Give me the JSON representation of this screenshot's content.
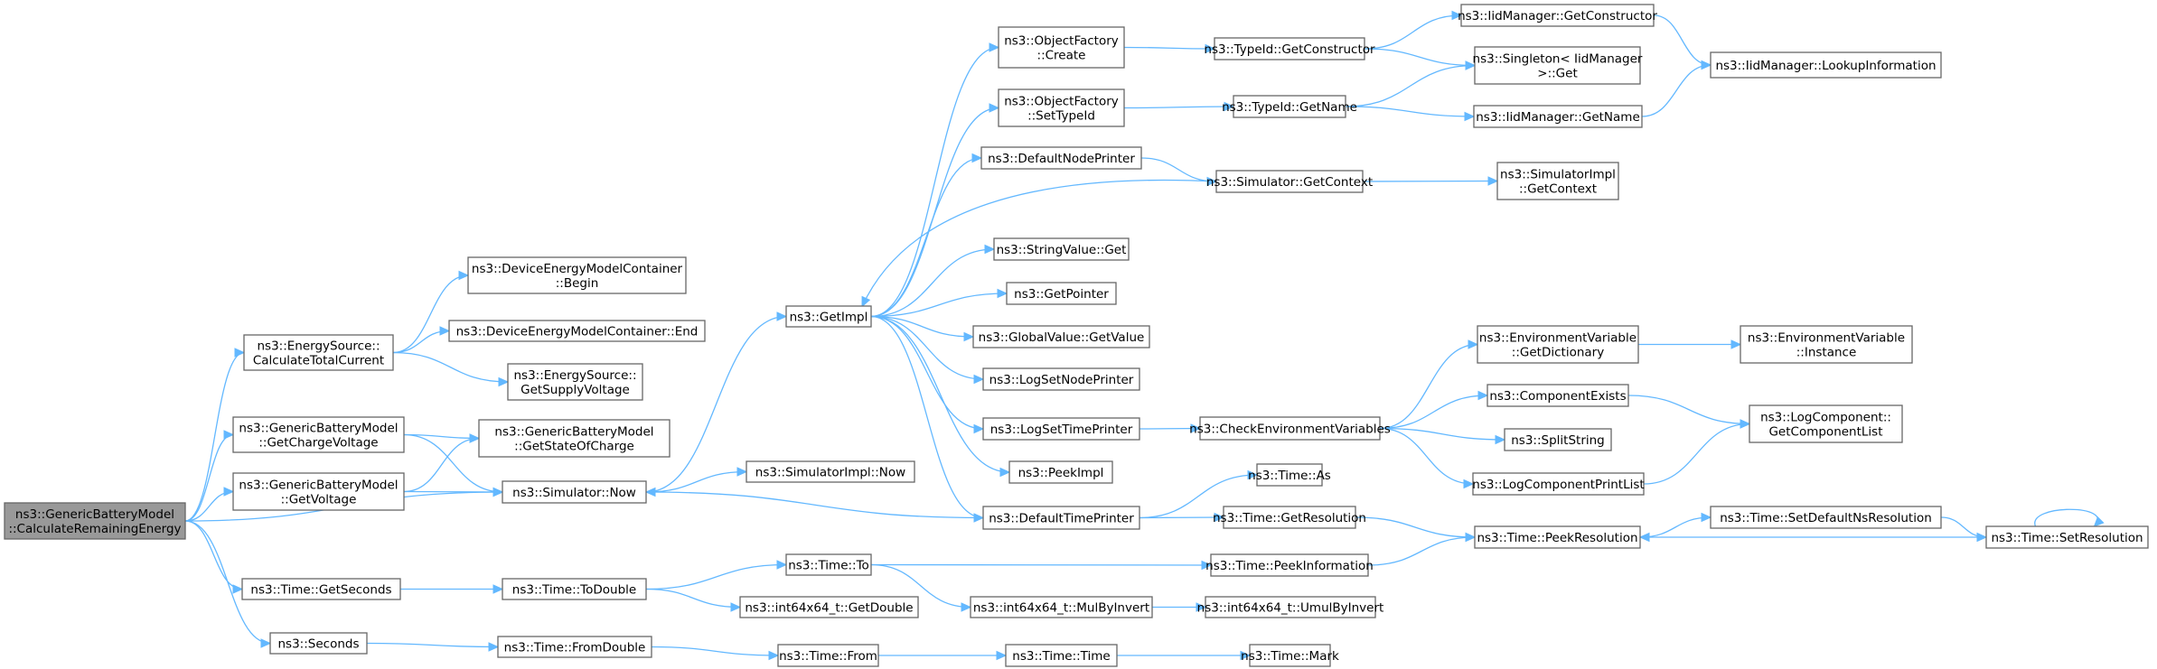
{
  "graph": {
    "nodes": [
      {
        "id": "root",
        "lines": [
          "ns3::GenericBatteryModel",
          "::CalculateRemainingEnergy"
        ],
        "root": true
      },
      {
        "id": "calcTotalCurrent",
        "lines": [
          "ns3::EnergySource::",
          "CalculateTotalCurrent"
        ]
      },
      {
        "id": "getChargeVoltage",
        "lines": [
          "ns3::GenericBatteryModel",
          "::GetChargeVoltage"
        ]
      },
      {
        "id": "getVoltage",
        "lines": [
          "ns3::GenericBatteryModel",
          "::GetVoltage"
        ]
      },
      {
        "id": "getSecondsT",
        "lines": [
          "ns3::Time::GetSeconds"
        ]
      },
      {
        "id": "seconds",
        "lines": [
          "ns3::Seconds"
        ]
      },
      {
        "id": "demcBegin",
        "lines": [
          "ns3::DeviceEnergyModelContainer",
          "::Begin"
        ]
      },
      {
        "id": "demcEnd",
        "lines": [
          "ns3::DeviceEnergyModelContainer::End"
        ]
      },
      {
        "id": "getSupplyVoltage",
        "lines": [
          "ns3::EnergySource::",
          "GetSupplyVoltage"
        ]
      },
      {
        "id": "getStateOfCharge",
        "lines": [
          "ns3::GenericBatteryModel",
          "::GetStateOfCharge"
        ]
      },
      {
        "id": "simNow",
        "lines": [
          "ns3::Simulator::Now"
        ]
      },
      {
        "id": "toDouble",
        "lines": [
          "ns3::Time::ToDouble"
        ]
      },
      {
        "id": "fromDouble",
        "lines": [
          "ns3::Time::FromDouble"
        ]
      },
      {
        "id": "getImpl",
        "lines": [
          "ns3::GetImpl"
        ]
      },
      {
        "id": "simImplNow",
        "lines": [
          "ns3::SimulatorImpl::Now"
        ]
      },
      {
        "id": "timeTo",
        "lines": [
          "ns3::Time::To"
        ]
      },
      {
        "id": "int64GetDouble",
        "lines": [
          "ns3::int64x64_t::GetDouble"
        ]
      },
      {
        "id": "timeFrom",
        "lines": [
          "ns3::Time::From"
        ]
      },
      {
        "id": "ofCreate",
        "lines": [
          "ns3::ObjectFactory",
          "::Create"
        ]
      },
      {
        "id": "ofSetTypeId",
        "lines": [
          "ns3::ObjectFactory",
          "::SetTypeId"
        ]
      },
      {
        "id": "defNodePrinter",
        "lines": [
          "ns3::DefaultNodePrinter"
        ]
      },
      {
        "id": "svGet",
        "lines": [
          "ns3::StringValue::Get"
        ]
      },
      {
        "id": "getPointer",
        "lines": [
          "ns3::GetPointer"
        ]
      },
      {
        "id": "gvGetValue",
        "lines": [
          "ns3::GlobalValue::GetValue"
        ]
      },
      {
        "id": "logSetNodePrinter",
        "lines": [
          "ns3::LogSetNodePrinter"
        ]
      },
      {
        "id": "logSetTimePrinter",
        "lines": [
          "ns3::LogSetTimePrinter"
        ]
      },
      {
        "id": "peekImpl",
        "lines": [
          "ns3::PeekImpl"
        ]
      },
      {
        "id": "defTimePrinter",
        "lines": [
          "ns3::DefaultTimePrinter"
        ]
      },
      {
        "id": "mulByInvert",
        "lines": [
          "ns3::int64x64_t::MulByInvert"
        ]
      },
      {
        "id": "timeTime",
        "lines": [
          "ns3::Time::Time"
        ]
      },
      {
        "id": "tidGetConstructor",
        "lines": [
          "ns3::TypeId::GetConstructor"
        ]
      },
      {
        "id": "tidGetName",
        "lines": [
          "ns3::TypeId::GetName"
        ]
      },
      {
        "id": "simGetContext",
        "lines": [
          "ns3::Simulator::GetContext"
        ]
      },
      {
        "id": "checkEnv",
        "lines": [
          "ns3::CheckEnvironmentVariables"
        ]
      },
      {
        "id": "timeAs",
        "lines": [
          "ns3::Time::As"
        ]
      },
      {
        "id": "getResolution",
        "lines": [
          "ns3::Time::GetResolution"
        ]
      },
      {
        "id": "peekInformation",
        "lines": [
          "ns3::Time::PeekInformation"
        ]
      },
      {
        "id": "umulByInvert",
        "lines": [
          "ns3::int64x64_t::UmulByInvert"
        ]
      },
      {
        "id": "timeMark",
        "lines": [
          "ns3::Time::Mark"
        ]
      },
      {
        "id": "iidGetConstructor",
        "lines": [
          "ns3::IidManager::GetConstructor"
        ]
      },
      {
        "id": "singletonGet",
        "lines": [
          "ns3::Singleton< IidManager",
          ">::Get"
        ]
      },
      {
        "id": "iidGetName",
        "lines": [
          "ns3::IidManager::GetName"
        ]
      },
      {
        "id": "simImplGetContext",
        "lines": [
          "ns3::SimulatorImpl",
          "::GetContext"
        ]
      },
      {
        "id": "envGetDictionary",
        "lines": [
          "ns3::EnvironmentVariable",
          "::GetDictionary"
        ]
      },
      {
        "id": "componentExists",
        "lines": [
          "ns3::ComponentExists"
        ]
      },
      {
        "id": "splitString",
        "lines": [
          "ns3::SplitString"
        ]
      },
      {
        "id": "logCompPrintList",
        "lines": [
          "ns3::LogComponentPrintList"
        ]
      },
      {
        "id": "peekResolution",
        "lines": [
          "ns3::Time::PeekResolution"
        ]
      },
      {
        "id": "iidLookupInfo",
        "lines": [
          "ns3::IidManager::LookupInformation"
        ]
      },
      {
        "id": "envInstance",
        "lines": [
          "ns3::EnvironmentVariable",
          "::Instance"
        ]
      },
      {
        "id": "logCompGetList",
        "lines": [
          "ns3::LogComponent::",
          "GetComponentList"
        ]
      },
      {
        "id": "setDefaultNsRes",
        "lines": [
          "ns3::Time::SetDefaultNsResolution"
        ]
      },
      {
        "id": "setResolution",
        "lines": [
          "ns3::Time::SetResolution"
        ]
      }
    ],
    "edges": [
      [
        "root",
        "calcTotalCurrent"
      ],
      [
        "root",
        "getChargeVoltage"
      ],
      [
        "root",
        "getVoltage"
      ],
      [
        "root",
        "simNow"
      ],
      [
        "root",
        "getSecondsT"
      ],
      [
        "root",
        "seconds"
      ],
      [
        "calcTotalCurrent",
        "demcBegin"
      ],
      [
        "calcTotalCurrent",
        "demcEnd"
      ],
      [
        "calcTotalCurrent",
        "getSupplyVoltage"
      ],
      [
        "getChargeVoltage",
        "getStateOfCharge"
      ],
      [
        "getChargeVoltage",
        "simNow"
      ],
      [
        "getVoltage",
        "getStateOfCharge"
      ],
      [
        "getVoltage",
        "simNow"
      ],
      [
        "getSecondsT",
        "toDouble"
      ],
      [
        "seconds",
        "fromDouble"
      ],
      [
        "simNow",
        "getImpl"
      ],
      [
        "simNow",
        "simImplNow"
      ],
      [
        "toDouble",
        "timeTo"
      ],
      [
        "toDouble",
        "int64GetDouble"
      ],
      [
        "fromDouble",
        "timeFrom"
      ],
      [
        "getImpl",
        "ofCreate"
      ],
      [
        "getImpl",
        "ofSetTypeId"
      ],
      [
        "getImpl",
        "defNodePrinter"
      ],
      [
        "getImpl",
        "svGet"
      ],
      [
        "getImpl",
        "getPointer"
      ],
      [
        "getImpl",
        "gvGetValue"
      ],
      [
        "getImpl",
        "logSetNodePrinter"
      ],
      [
        "getImpl",
        "logSetTimePrinter"
      ],
      [
        "getImpl",
        "peekImpl"
      ],
      [
        "getImpl",
        "defTimePrinter"
      ],
      [
        "timeTo",
        "peekInformation"
      ],
      [
        "timeTo",
        "mulByInvert"
      ],
      [
        "timeFrom",
        "timeTime"
      ],
      [
        "ofCreate",
        "tidGetConstructor"
      ],
      [
        "ofSetTypeId",
        "tidGetName"
      ],
      [
        "defNodePrinter",
        "simGetContext"
      ],
      [
        "simGetContext",
        "getImpl"
      ],
      [
        "simGetContext",
        "simImplGetContext"
      ],
      [
        "logSetTimePrinter",
        "checkEnv"
      ],
      [
        "defTimePrinter",
        "simNow"
      ],
      [
        "defTimePrinter",
        "timeAs"
      ],
      [
        "defTimePrinter",
        "getResolution"
      ],
      [
        "mulByInvert",
        "umulByInvert"
      ],
      [
        "timeTime",
        "timeMark"
      ],
      [
        "tidGetConstructor",
        "iidGetConstructor"
      ],
      [
        "tidGetConstructor",
        "singletonGet"
      ],
      [
        "tidGetName",
        "singletonGet"
      ],
      [
        "tidGetName",
        "iidGetName"
      ],
      [
        "checkEnv",
        "envGetDictionary"
      ],
      [
        "checkEnv",
        "componentExists"
      ],
      [
        "checkEnv",
        "splitString"
      ],
      [
        "checkEnv",
        "logCompPrintList"
      ],
      [
        "getResolution",
        "peekResolution"
      ],
      [
        "peekInformation",
        "peekResolution"
      ],
      [
        "iidGetConstructor",
        "iidLookupInfo"
      ],
      [
        "iidGetName",
        "iidLookupInfo"
      ],
      [
        "envGetDictionary",
        "envInstance"
      ],
      [
        "componentExists",
        "logCompGetList"
      ],
      [
        "logCompPrintList",
        "logCompGetList"
      ],
      [
        "peekResolution",
        "setDefaultNsRes"
      ],
      [
        "setDefaultNsRes",
        "setResolution"
      ],
      [
        "setResolution",
        "peekResolution"
      ],
      [
        "setResolution",
        "setResolution"
      ]
    ]
  }
}
